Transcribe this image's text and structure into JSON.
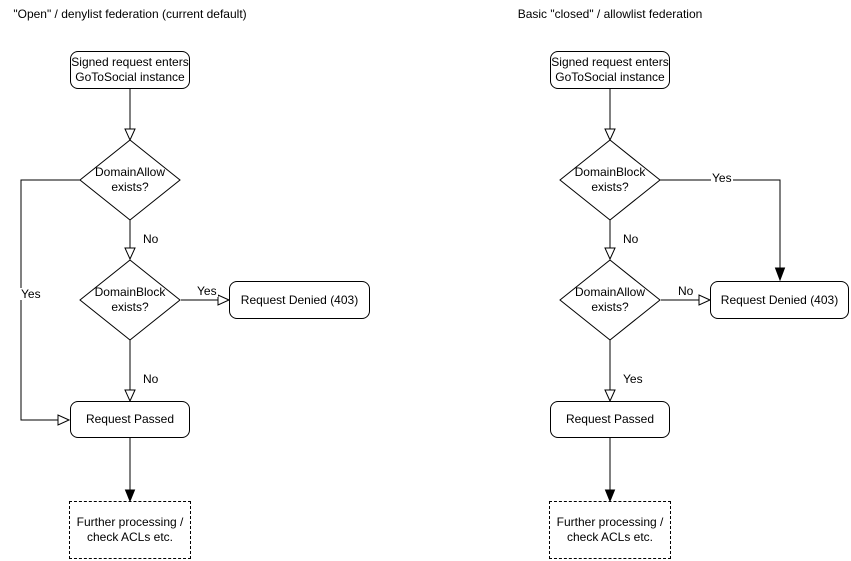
{
  "page": {
    "background_color": "#ffffff",
    "stroke_color": "#000000",
    "text_color": "#000000"
  },
  "left_chart": {
    "title": "\"Open\" / denylist federation (current default)",
    "nodes": {
      "start": "Signed request enters\nGoToSocial instance",
      "decision_top": "DomainAllow\nexists?",
      "decision_bottom": "DomainBlock\nexists?",
      "denied": "Request Denied (403)",
      "passed": "Request Passed",
      "further": "Further processing /\ncheck ACLs etc."
    },
    "edge_labels": {
      "top_yes": "Yes",
      "top_no": "No",
      "bottom_yes": "Yes",
      "bottom_no": "No"
    }
  },
  "right_chart": {
    "title": "Basic \"closed\" / allowlist federation",
    "nodes": {
      "start": "Signed request enters\nGoToSocial instance",
      "decision_top": "DomainBlock\nexists?",
      "decision_bottom": "DomainAllow\nexists?",
      "denied": "Request Denied (403)",
      "passed": "Request Passed",
      "further": "Further processing /\ncheck ACLs etc."
    },
    "edge_labels": {
      "top_yes": "Yes",
      "top_no": "No",
      "bottom_no": "No",
      "bottom_yes": "Yes"
    }
  }
}
